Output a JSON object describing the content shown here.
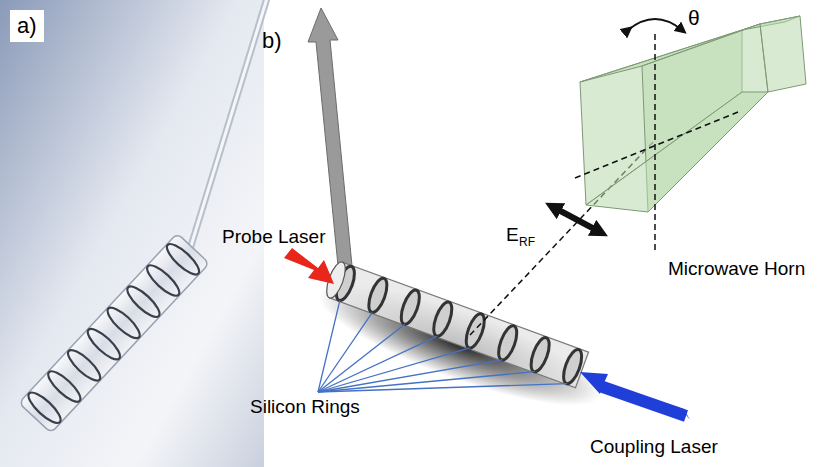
{
  "diagram": {
    "nodes": [
      {
        "text": [
          "a)"
        ]
      }
    ],
    "labels": [
      "b)",
      "Probe Laser",
      "E",
      "RF",
      "θ",
      "Microwave Horn",
      "Silicon Rings",
      "Coupling Laser"
    ]
  }
}
